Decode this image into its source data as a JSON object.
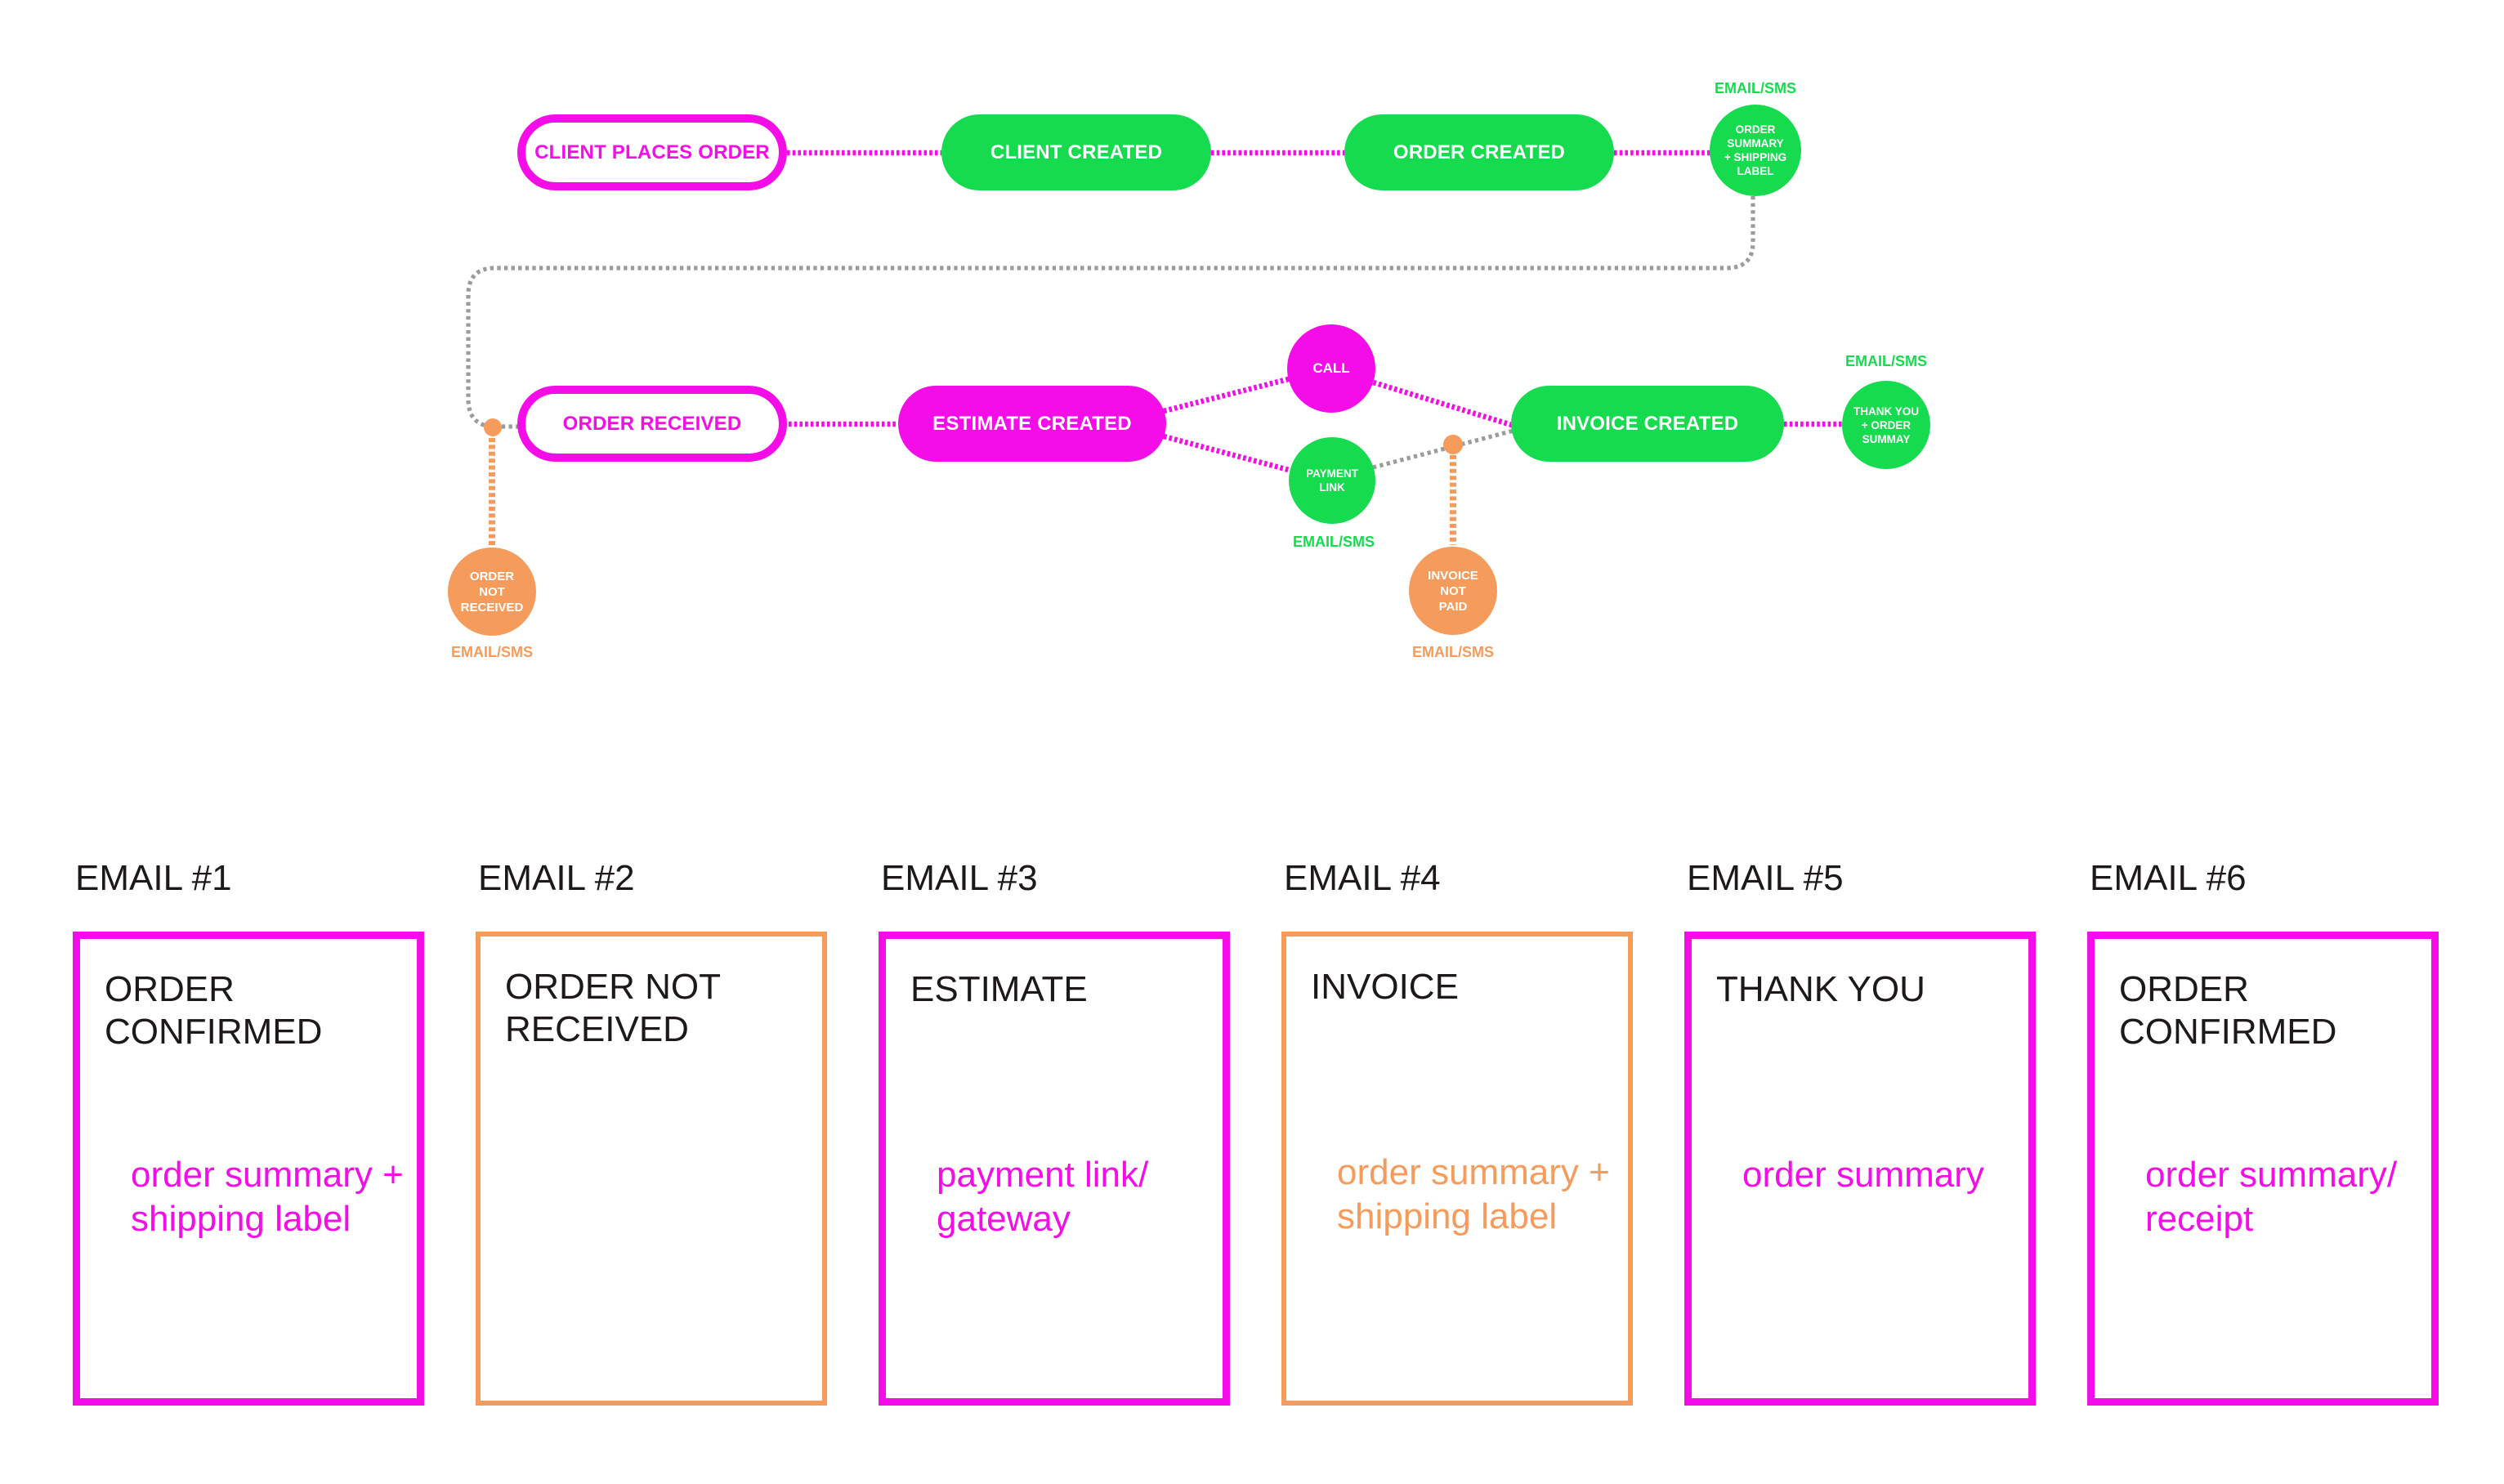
{
  "colors": {
    "magenta": "#F50DE8",
    "green": "#17DB4F",
    "orange": "#F59C5D",
    "gray": "#9B9B9B",
    "text_dark": "#1d191a"
  },
  "flow": {
    "email_sms_label": "EMAIL/SMS",
    "nodes": {
      "client_places_order": "CLIENT PLACES ORDER",
      "client_created": "CLIENT CREATED",
      "order_created": "ORDER CREATED",
      "order_summary_shipping": "ORDER\nSUMMARY\n+ SHIPPING\nLABEL",
      "order_received": "ORDER RECEIVED",
      "estimate_created": "ESTIMATE CREATED",
      "call": "CALL",
      "payment_link": "PAYMENT\nLINK",
      "invoice_created": "INVOICE CREATED",
      "thank_you_summary": "THANK YOU\n+ ORDER\nSUMMAY",
      "order_not_received": "ORDER\nNOT\nRECEIVED",
      "invoice_not_paid": "INVOICE\nNOT\nPAID"
    }
  },
  "emails": [
    {
      "label": "EMAIL #1",
      "title": "ORDER CONFIRMED",
      "body": "order summary +\nshipping label"
    },
    {
      "label": "EMAIL #2",
      "title": "ORDER NOT\nRECEIVED",
      "body": ""
    },
    {
      "label": "EMAIL #3",
      "title": "ESTIMATE",
      "body": "payment link/\ngateway"
    },
    {
      "label": "EMAIL #4",
      "title": "INVOICE",
      "body": "order summary +\nshipping label"
    },
    {
      "label": "EMAIL #5",
      "title": "THANK YOU",
      "body": "order summary"
    },
    {
      "label": "EMAIL #6",
      "title": "ORDER CONFIRMED",
      "body": "order summary/\nreceipt"
    }
  ]
}
